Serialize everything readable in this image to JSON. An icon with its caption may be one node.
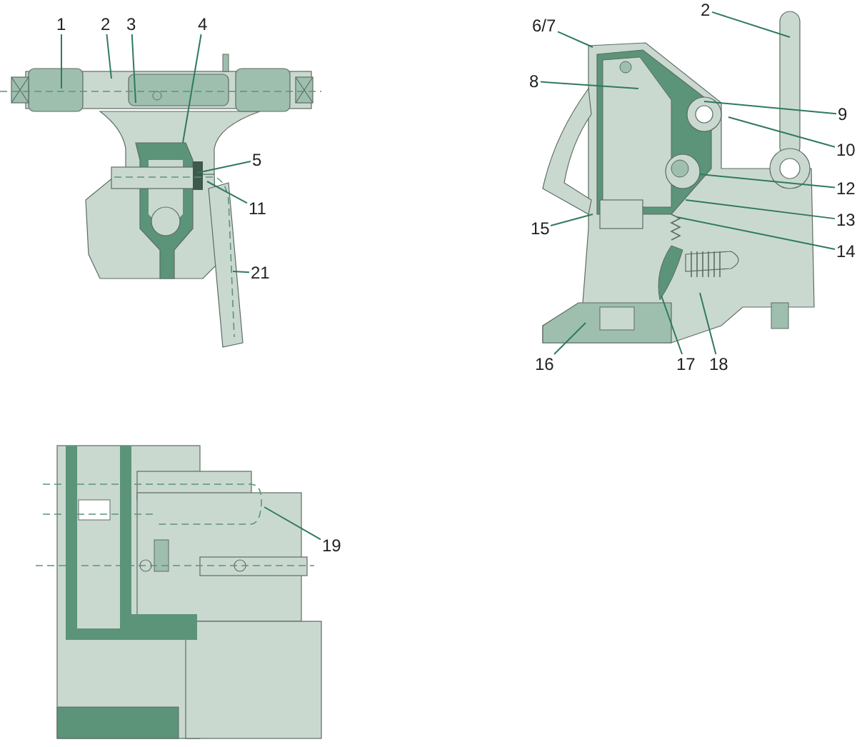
{
  "diagram": {
    "nodes": [
      {
        "text": [
          "1"
        ]
      },
      {
        "text": [
          "2"
        ]
      },
      {
        "text": [
          "3"
        ]
      },
      {
        "text": [
          "4"
        ]
      },
      {
        "text": [
          "5"
        ]
      },
      {
        "text": [
          "11"
        ]
      },
      {
        "text": [
          "21"
        ]
      },
      {
        "text": [
          "2"
        ]
      },
      {
        "text": [
          "6/7"
        ]
      },
      {
        "text": [
          "8"
        ]
      },
      {
        "text": [
          "9"
        ]
      },
      {
        "text": [
          "10"
        ]
      },
      {
        "text": [
          "12"
        ]
      },
      {
        "text": [
          "13"
        ]
      },
      {
        "text": [
          "14"
        ]
      },
      {
        "text": [
          "15"
        ]
      },
      {
        "text": [
          "16"
        ]
      },
      {
        "text": [
          "17"
        ]
      },
      {
        "text": [
          "18"
        ]
      },
      {
        "text": [
          "19"
        ]
      }
    ],
    "edges": [
      {
        "from": 0,
        "to": null,
        "arrow": "none"
      },
      {
        "from": 1,
        "to": null,
        "arrow": "none"
      },
      {
        "from": 2,
        "to": null,
        "arrow": "none"
      },
      {
        "from": 3,
        "to": null,
        "arrow": "none"
      },
      {
        "from": 4,
        "to": null,
        "arrow": "none"
      },
      {
        "from": 5,
        "to": null,
        "arrow": "none"
      },
      {
        "from": 6,
        "to": null,
        "arrow": "none"
      },
      {
        "from": 7,
        "to": null,
        "arrow": "none"
      },
      {
        "from": 8,
        "to": null,
        "arrow": "none"
      },
      {
        "from": 9,
        "to": null,
        "arrow": "none"
      },
      {
        "from": 10,
        "to": null,
        "arrow": "none"
      },
      {
        "from": 11,
        "to": null,
        "arrow": "none"
      },
      {
        "from": 12,
        "to": null,
        "arrow": "none"
      },
      {
        "from": 13,
        "to": null,
        "arrow": "none"
      },
      {
        "from": 14,
        "to": null,
        "arrow": "none"
      },
      {
        "from": 15,
        "to": null,
        "arrow": "none"
      },
      {
        "from": 16,
        "to": null,
        "arrow": "none"
      },
      {
        "from": 17,
        "to": null,
        "arrow": "none"
      },
      {
        "from": 18,
        "to": null,
        "arrow": "none"
      },
      {
        "from": 19,
        "to": null,
        "arrow": "none"
      }
    ]
  }
}
